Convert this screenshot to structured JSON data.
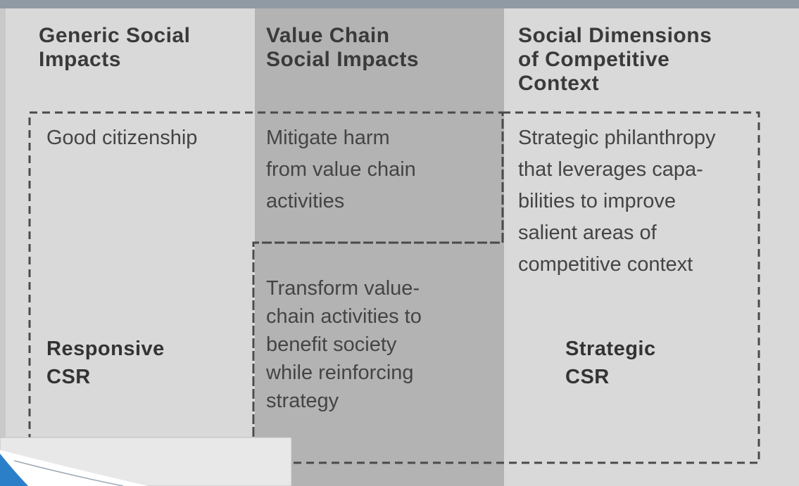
{
  "columns": [
    {
      "header": [
        "Generic Social",
        "Impacts"
      ]
    },
    {
      "header": [
        "Value Chain",
        "Social Impacts"
      ]
    },
    {
      "header": [
        "Social Dimensions",
        "of Competitive",
        "Context"
      ]
    }
  ],
  "cells": {
    "generic": [
      "Good citizenship"
    ],
    "value_chain_mitigate": [
      "Mitigate harm",
      "from value chain",
      "activities"
    ],
    "value_chain_transform": [
      "Transform value-",
      "chain activities to",
      "benefit society",
      "while reinforcing",
      "strategy"
    ],
    "competitive": [
      "Strategic philanthropy",
      "that leverages capa-",
      "bilities to improve",
      "salient areas of",
      "competitive context"
    ]
  },
  "labels": {
    "responsive": [
      "Responsive",
      "CSR"
    ],
    "strategic": [
      "Strategic",
      "CSR"
    ]
  },
  "colors": {
    "light_col": "#d9d9d9",
    "dark_col": "#b3b3b3",
    "top_bar": "#8f9aa4",
    "corner_accent": "#2b7fc8"
  }
}
